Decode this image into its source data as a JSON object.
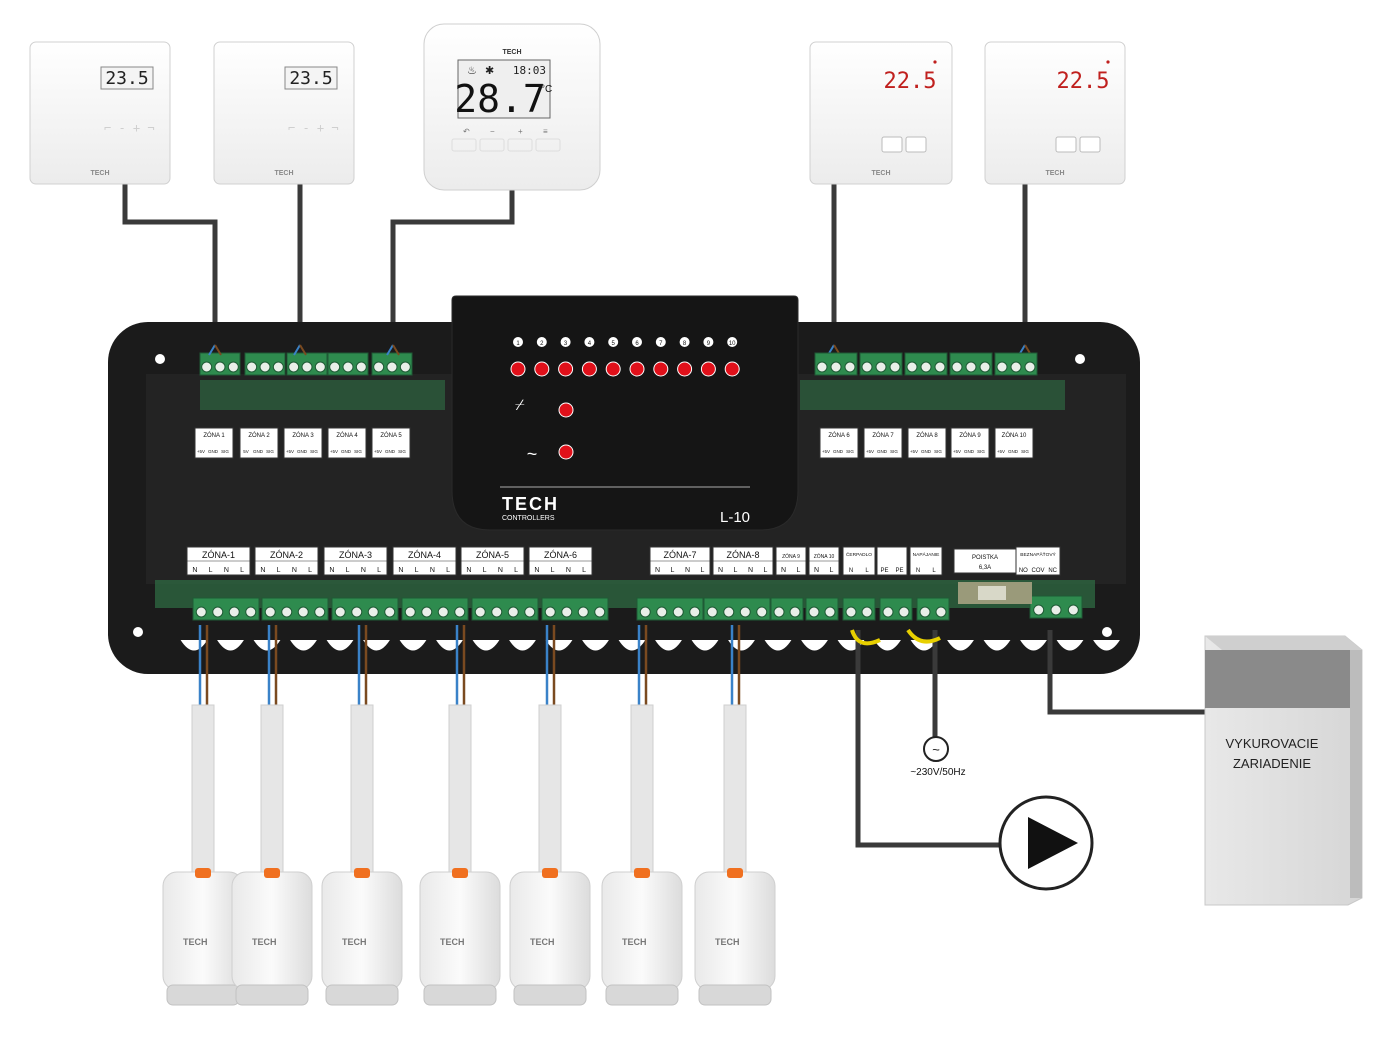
{
  "room_regulators": [
    {
      "type": "lcd",
      "display": "23.5",
      "brand": "TECH"
    },
    {
      "type": "lcd",
      "display": "23.5",
      "brand": "TECH"
    },
    {
      "type": "lcd-large",
      "display": "28.7",
      "unit": "°C",
      "time": "18:03",
      "brand": "TECH"
    },
    {
      "type": "led",
      "display": "22.5",
      "brand": "TECH"
    },
    {
      "type": "led",
      "display": "22.5",
      "brand": "TECH"
    }
  ],
  "controller": {
    "brand": "TECH",
    "brand_sub": "CONTROLLERS",
    "model": "L-10",
    "zone_indicators": [
      "1",
      "2",
      "3",
      "4",
      "5",
      "6",
      "7",
      "8",
      "9",
      "10"
    ],
    "power_symbol": "~",
    "top_terminals_left": [
      {
        "name": "ZÓNA 1",
        "pins": [
          "+5V",
          "GND",
          "SIG"
        ]
      },
      {
        "name": "ZÓNA 2",
        "pins": [
          "5V",
          "GND",
          "SIG"
        ]
      },
      {
        "name": "ZÓNA 3",
        "pins": [
          "+5V",
          "GND",
          "SIG"
        ]
      },
      {
        "name": "ZÓNA 4",
        "pins": [
          "+5V",
          "GND",
          "SIG"
        ]
      },
      {
        "name": "ZÓNA 5",
        "pins": [
          "+5V",
          "GND",
          "SIG"
        ]
      }
    ],
    "top_terminals_right": [
      {
        "name": "ZÓNA 6",
        "pins": [
          "+5V",
          "GND",
          "SIG"
        ]
      },
      {
        "name": "ZÓNA 7",
        "pins": [
          "+5V",
          "GND",
          "SIG"
        ]
      },
      {
        "name": "ZÓNA 8",
        "pins": [
          "+5V",
          "GND",
          "SIG"
        ]
      },
      {
        "name": "ZÓNA 9",
        "pins": [
          "+5V",
          "GND",
          "SIG"
        ]
      },
      {
        "name": "ZÓNA 10",
        "pins": [
          "+5V",
          "GND",
          "SIG"
        ]
      }
    ],
    "bottom_zone_terminals": [
      {
        "name": "ZÓNA-1",
        "pins": [
          "N",
          "L",
          "N",
          "L"
        ]
      },
      {
        "name": "ZÓNA-2",
        "pins": [
          "N",
          "L",
          "N",
          "L"
        ]
      },
      {
        "name": "ZÓNA-3",
        "pins": [
          "N",
          "L",
          "N",
          "L"
        ]
      },
      {
        "name": "ZÓNA-4",
        "pins": [
          "N",
          "L",
          "N",
          "L"
        ]
      },
      {
        "name": "ZÓNA-5",
        "pins": [
          "N",
          "L",
          "N",
          "L"
        ]
      },
      {
        "name": "ZÓNA-6",
        "pins": [
          "N",
          "L",
          "N",
          "L"
        ]
      },
      {
        "name": "ZÓNA-7",
        "pins": [
          "N",
          "L",
          "N",
          "L"
        ]
      },
      {
        "name": "ZÓNA-8",
        "pins": [
          "N",
          "L",
          "N",
          "L"
        ]
      },
      {
        "name": "ZÓNA 9",
        "pins": [
          "N",
          "L"
        ]
      },
      {
        "name": "ZÓNA 10",
        "pins": [
          "N",
          "L"
        ]
      }
    ],
    "pump_terminal": {
      "name": "ČERPADLO",
      "pins": [
        "N",
        "L"
      ]
    },
    "pe_terminal": {
      "pins": [
        "PE",
        "PE"
      ]
    },
    "supply_terminal": {
      "name": "NAPÁJANIE",
      "pins": [
        "N",
        "L"
      ]
    },
    "fuse": {
      "name": "POISTKA",
      "rating": "6,3A"
    },
    "dry_contact": {
      "name": "BEZNAPÄŤOVÝ",
      "pins": [
        "NO",
        "COV",
        "NC"
      ]
    }
  },
  "power_supply_label": "~230V/50Hz",
  "heating_device_label_line1": "VYKUROVACIE",
  "heating_device_label_line2": "ZARIADENIE",
  "actuators": {
    "count": 7,
    "brand": "TECH"
  },
  "colors": {
    "housing": "#1c1c1c",
    "terminal_green": "#2e8b4e",
    "led_red": "#e0101a",
    "wire": "#3a3a3a",
    "wire_blue": "#3a82c8",
    "wire_brown": "#7a4a20",
    "wire_yellow": "#e8d000",
    "display_red": "#c0201e"
  }
}
